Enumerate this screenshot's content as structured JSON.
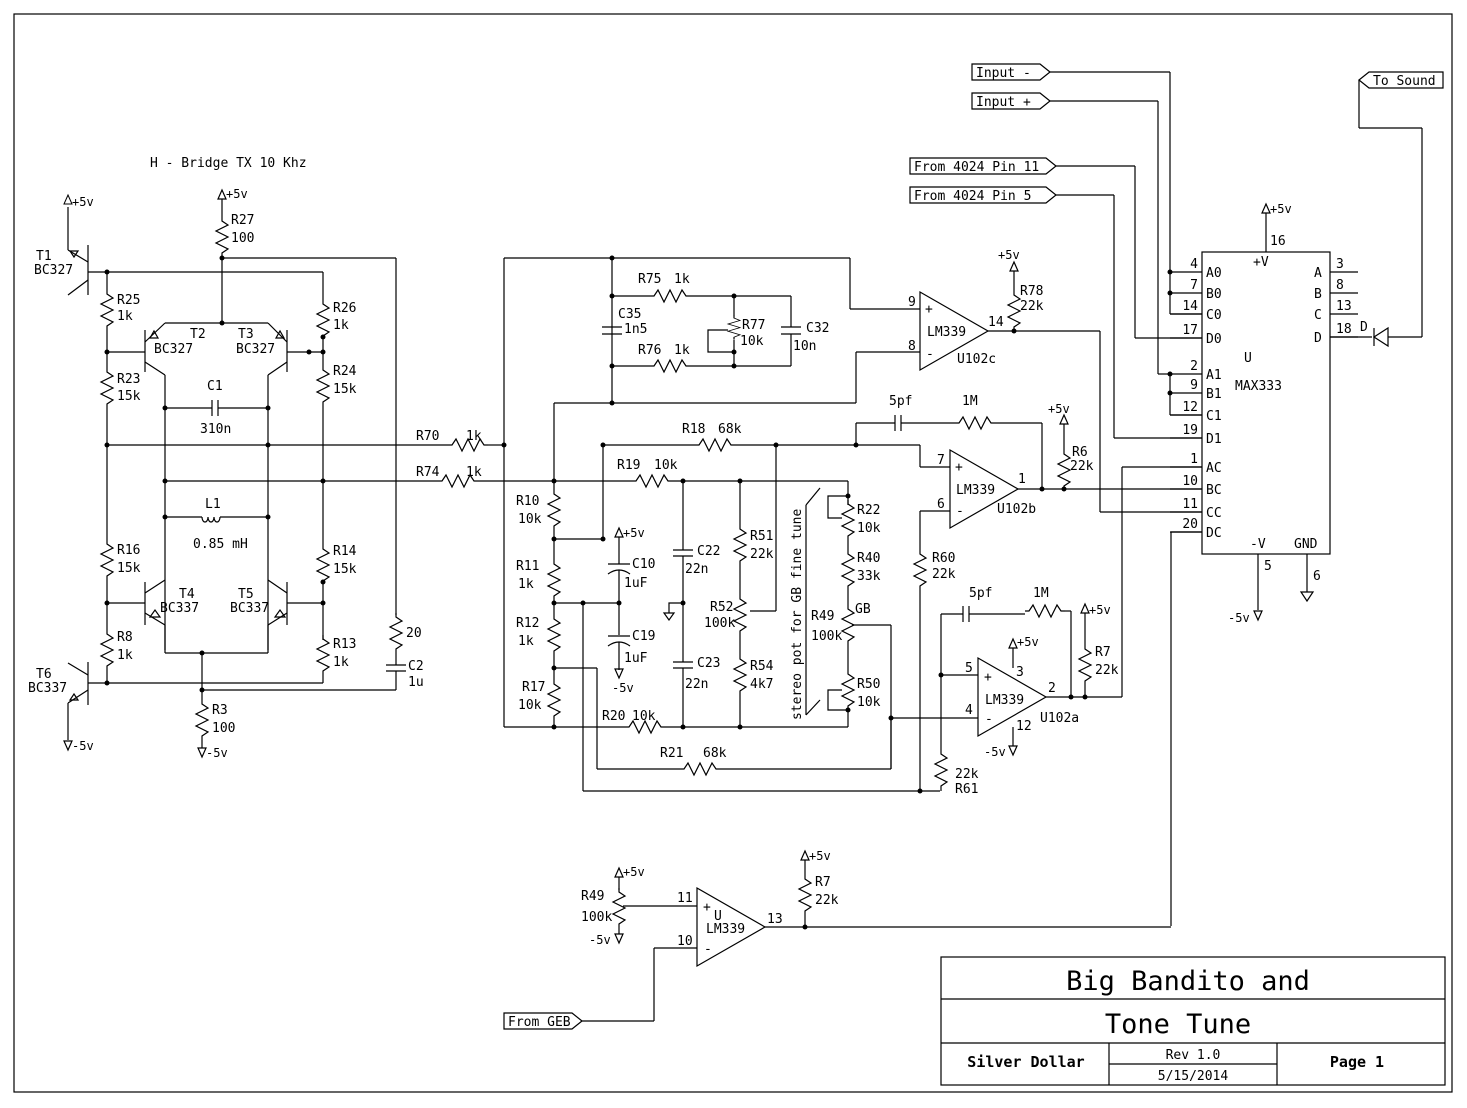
{
  "title_block": {
    "title_line1": "Big Bandito and",
    "title_line2": "Tone Tune",
    "author": "Silver Dollar",
    "revision": "Rev 1.0",
    "date": "5/15/2014",
    "page": "Page 1"
  },
  "section_title": "H - Bridge TX 10 Khz",
  "power": {
    "pos": "+5v",
    "neg": "-5v"
  },
  "ports": {
    "input_minus": "Input -",
    "input_plus": "Input +",
    "from_4024_pin11": "From 4024 Pin 11",
    "from_4024_pin5": "From 4024 Pin 5",
    "to_sound": "To Sound",
    "from_geb": "From GEB"
  },
  "transistors": [
    {
      "ref": "T1",
      "part": "BC327"
    },
    {
      "ref": "T2",
      "part": "BC327"
    },
    {
      "ref": "T3",
      "part": "BC327"
    },
    {
      "ref": "T4",
      "part": "BC337"
    },
    {
      "ref": "T5",
      "part": "BC337"
    },
    {
      "ref": "T6",
      "part": "BC337"
    }
  ],
  "hbridge_parts": {
    "R27": {
      "ref": "R27",
      "value": "100"
    },
    "R25": {
      "ref": "R25",
      "value": "1k"
    },
    "R26": {
      "ref": "R26",
      "value": "1k"
    },
    "R23": {
      "ref": "R23",
      "value": "15k"
    },
    "R24": {
      "ref": "R24",
      "value": "15k"
    },
    "C1": {
      "ref": "C1",
      "value": "310n"
    },
    "L1": {
      "ref": "L1",
      "value": "0.85 mH"
    },
    "R16": {
      "ref": "R16",
      "value": "15k"
    },
    "R14": {
      "ref": "R14",
      "value": "15k"
    },
    "R8": {
      "ref": "R8",
      "value": "1k"
    },
    "R13": {
      "ref": "R13",
      "value": "1k"
    },
    "R3": {
      "ref": "R3",
      "value": "100"
    },
    "R20x": {
      "ref": "",
      "value": "20"
    },
    "C2": {
      "ref": "C2",
      "value": "1u"
    }
  },
  "filter_parts": {
    "R70": {
      "ref": "R70",
      "value": "1k"
    },
    "R74": {
      "ref": "R74",
      "value": "1k"
    },
    "R75": {
      "ref": "R75",
      "value": "1k"
    },
    "R76": {
      "ref": "R76",
      "value": "1k"
    },
    "C35": {
      "ref": "C35",
      "value": "1n5"
    },
    "R77": {
      "ref": "R77",
      "value": "10k"
    },
    "C32": {
      "ref": "C32",
      "value": "10n"
    },
    "R78": {
      "ref": "R78",
      "value": "22k"
    },
    "R18": {
      "ref": "R18",
      "value": "68k"
    },
    "R19": {
      "ref": "R19",
      "value": "10k"
    },
    "R10": {
      "ref": "R10",
      "value": "10k"
    },
    "R11": {
      "ref": "R11",
      "value": "1k"
    },
    "R12": {
      "ref": "R12",
      "value": "1k"
    },
    "R17": {
      "ref": "R17",
      "value": "10k"
    },
    "C10": {
      "ref": "C10",
      "value": "1uF"
    },
    "C19": {
      "ref": "C19",
      "value": "1uF"
    },
    "C22": {
      "ref": "C22",
      "value": "22n"
    },
    "C23": {
      "ref": "C23",
      "value": "22n"
    },
    "R51": {
      "ref": "R51",
      "value": "22k"
    },
    "R52": {
      "ref": "R52",
      "value": "100k"
    },
    "R54": {
      "ref": "R54",
      "value": "4k7"
    },
    "R20": {
      "ref": "R20",
      "value": "10k"
    },
    "R21": {
      "ref": "R21",
      "value": "68k"
    },
    "R22": {
      "ref": "R22",
      "value": "10k"
    },
    "R40": {
      "ref": "R40",
      "value": "33k"
    },
    "R49": {
      "ref": "R49",
      "value": "100k",
      "tag": "GB"
    },
    "R50": {
      "ref": "R50",
      "value": "10k"
    },
    "R60": {
      "ref": "R60",
      "value": "22k"
    },
    "R61": {
      "ref": "R61",
      "value": "22k"
    },
    "R6": {
      "ref": "R6",
      "value": "22k"
    },
    "R7": {
      "ref": "R7",
      "value": "22k"
    },
    "C_fb1": {
      "value": "5pf"
    },
    "R_fb1": {
      "value": "1M"
    },
    "C_fb2": {
      "value": "5pf"
    },
    "R_fb2": {
      "value": "1M"
    },
    "stereo_note": "stereo pot for GB fine tune"
  },
  "comparators": {
    "u102c": {
      "part": "LM339",
      "ref": "U102c",
      "pin_plus": "9",
      "pin_minus": "8",
      "pin_out": "14"
    },
    "u102b": {
      "part": "LM339",
      "ref": "U102b",
      "pin_plus": "7",
      "pin_minus": "6",
      "pin_out": "1"
    },
    "u102a": {
      "part": "LM339",
      "ref": "U102a",
      "pin_plus": "5",
      "pin_minus": "4",
      "pin_out": "2",
      "pin_vp": "3",
      "pin_vn": "12"
    },
    "u_bottom": {
      "part": "LM339",
      "ref": "U",
      "pin_plus": "11",
      "pin_minus": "10",
      "pin_out": "13"
    }
  },
  "bottom_parts": {
    "R49b": {
      "ref": "R49",
      "value": "100k"
    },
    "R7b": {
      "ref": "R7",
      "value": "22k"
    }
  },
  "max333": {
    "ref": "U",
    "part": "MAX333",
    "vplus": "+V",
    "vminus": "-V",
    "gnd": "GND",
    "pin_vplus": "16",
    "pin_vminus": "5",
    "pin_gnd": "6",
    "left_pins": [
      {
        "num": "4",
        "name": "A0"
      },
      {
        "num": "7",
        "name": "B0"
      },
      {
        "num": "14",
        "name": "C0"
      },
      {
        "num": "17",
        "name": "D0"
      },
      {
        "num": "2",
        "name": "A1"
      },
      {
        "num": "9",
        "name": "B1"
      },
      {
        "num": "12",
        "name": "C1"
      },
      {
        "num": "19",
        "name": "D1"
      },
      {
        "num": "1",
        "name": "AC"
      },
      {
        "num": "10",
        "name": "BC"
      },
      {
        "num": "11",
        "name": "CC"
      },
      {
        "num": "20",
        "name": "DC"
      }
    ],
    "right_pins": [
      {
        "num": "3",
        "name": "A"
      },
      {
        "num": "8",
        "name": "B"
      },
      {
        "num": "13",
        "name": "C"
      },
      {
        "num": "18",
        "name": "D"
      }
    ],
    "diode_label": "D"
  }
}
